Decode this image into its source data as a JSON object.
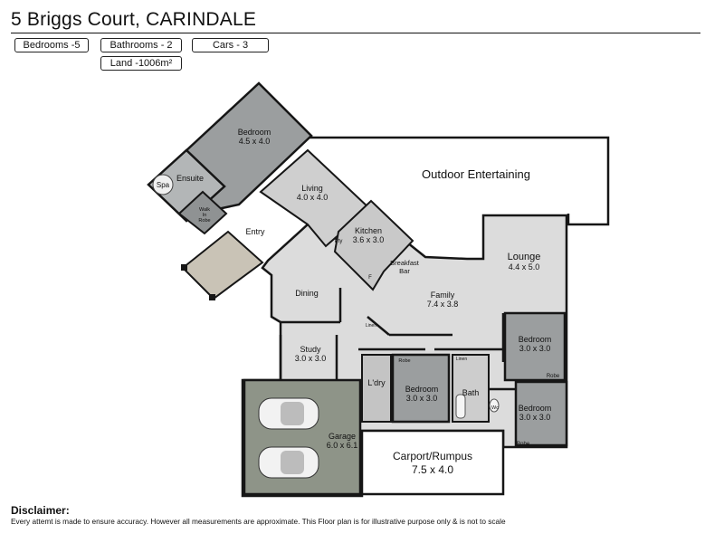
{
  "header": {
    "title": "5 Briggs Court, CARINDALE",
    "stats": {
      "bedrooms": "Bedrooms -5",
      "bathrooms": "Bathrooms - 2",
      "cars": "Cars - 3",
      "land": "Land -1006m²"
    }
  },
  "rooms": {
    "outdoor": {
      "name": "Outdoor Entertaining"
    },
    "bedroom_master": {
      "name": "Bedroom",
      "size": "4.5 x 4.0"
    },
    "ensuite": {
      "name": "Ensuite"
    },
    "spa": {
      "name": "Spa"
    },
    "wir": {
      "line1": "Walk",
      "line2": "In",
      "line3": "Robe"
    },
    "living": {
      "name": "Living",
      "size": "4.0 x 4.0"
    },
    "kitchen": {
      "name": "Kitchen",
      "size": "3.6 x 3.0"
    },
    "pantry": {
      "name": "Pty"
    },
    "fridge": {
      "name": "F"
    },
    "breakfast_bar": {
      "line1": "Breakfast",
      "line2": "Bar"
    },
    "entry": {
      "name": "Entry"
    },
    "lounge": {
      "name": "Lounge",
      "size": "4.4 x 5.0"
    },
    "dining": {
      "name": "Dining"
    },
    "family": {
      "name": "Family",
      "size": "7.4 x 3.8"
    },
    "linen_family": {
      "name": "Linen"
    },
    "study": {
      "name": "Study",
      "size": "3.0 x 3.0"
    },
    "bedroom_right_top": {
      "name": "Bedroom",
      "size": "3.0 x 3.0"
    },
    "robe_right_top": {
      "name": "Robe"
    },
    "laundry": {
      "name": "L'dry"
    },
    "robe_center": {
      "name": "Robe"
    },
    "bedroom_center": {
      "name": "Bedroom",
      "size": "3.0 x 3.0"
    },
    "linen_bath": {
      "name": "Linen"
    },
    "bath": {
      "name": "Bath"
    },
    "wc": {
      "name": "Wc"
    },
    "bedroom_right_bottom": {
      "name": "Bedroom",
      "size": "3.0 x 3.0"
    },
    "robe_right_bottom": {
      "name": "Robe"
    },
    "garage": {
      "name": "Garage",
      "size": "6.0 x 6.1"
    },
    "carport": {
      "name": "Carport/Rumpus",
      "size": "7.5 x 4.0"
    }
  },
  "disclaimer": {
    "title": "Disclaimer:",
    "text": "Every attemt is made to ensure accuracy. However all measurements are approximate. This Floor plan is for illustrative purpose only & is not to scale"
  },
  "colors": {
    "floor_light": "#dcdcdc",
    "floor_dark": "#9b9e9f",
    "garage_floor": "#8e9488",
    "porch": "#c9c3b6",
    "wall": "#161616"
  }
}
